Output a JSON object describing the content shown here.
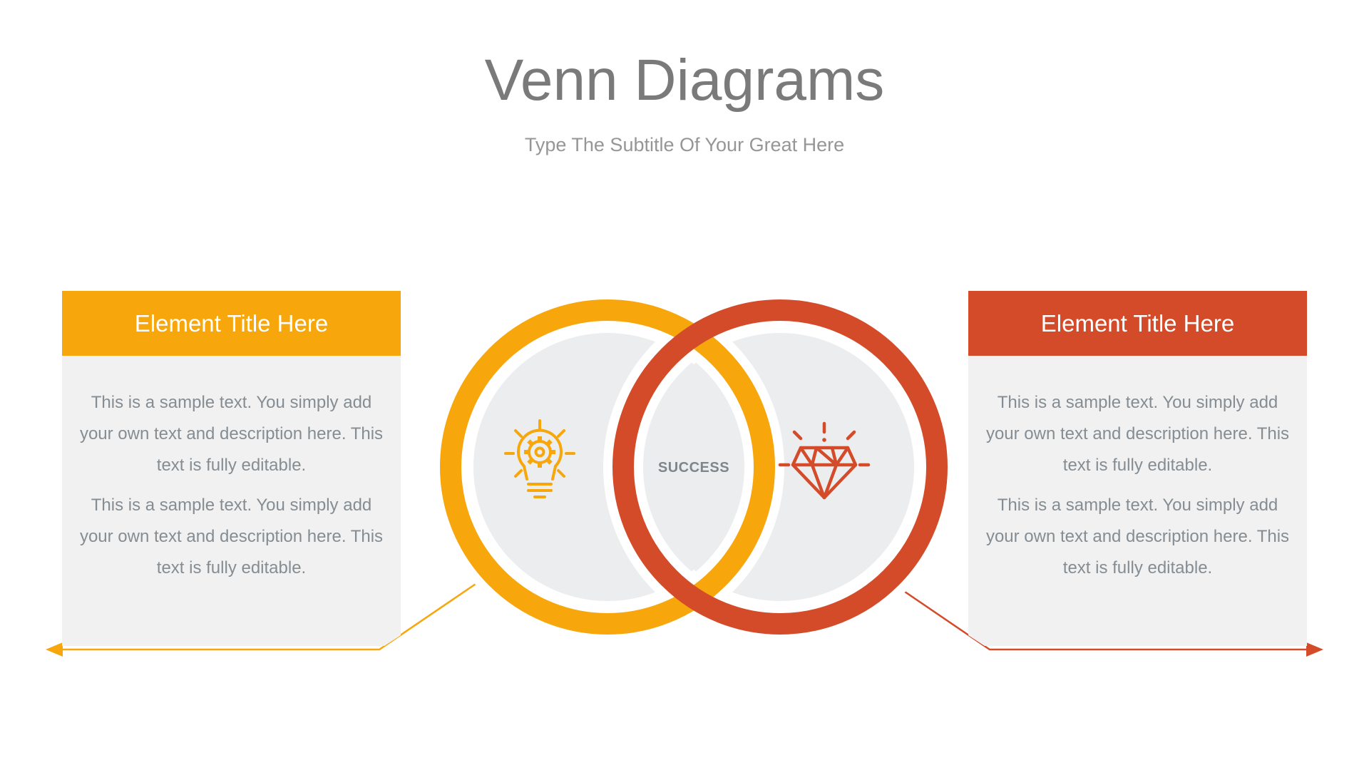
{
  "header": {
    "title": "Venn Diagrams",
    "subtitle": "Type The Subtitle Of Your Great Here"
  },
  "venn": {
    "center_label": "SUCCESS",
    "left_set_icon": "idea-bulb-gear-icon",
    "right_set_icon": "diamond-icon",
    "left_ring_color": "#f7a60c",
    "right_ring_color": "#d44b29",
    "inner_circle_color": "#ecedee"
  },
  "cards": {
    "left": {
      "title": "Element Title Here",
      "paragraphs": [
        "This is a sample text. You simply add your own text and description here. This text is fully editable.",
        "This is a sample text. You simply add your own text and description here. This text is fully editable."
      ]
    },
    "right": {
      "title": "Element Title Here",
      "paragraphs": [
        "This is a sample text. You simply add your own text and description here. This text is fully editable.",
        "This is a sample text. You simply add your own text and description here. This text is fully editable."
      ]
    }
  },
  "theme": {
    "accent-yellow": "#f7a60c",
    "accent-red": "#d44b29",
    "circle-gray": "#ecedee",
    "card-bg": "#f1f1f2",
    "body-text": "#858d92",
    "title-gray": "#7a7a7a",
    "subtitle-gray": "#969696",
    "success-gray": "#7e868c"
  }
}
